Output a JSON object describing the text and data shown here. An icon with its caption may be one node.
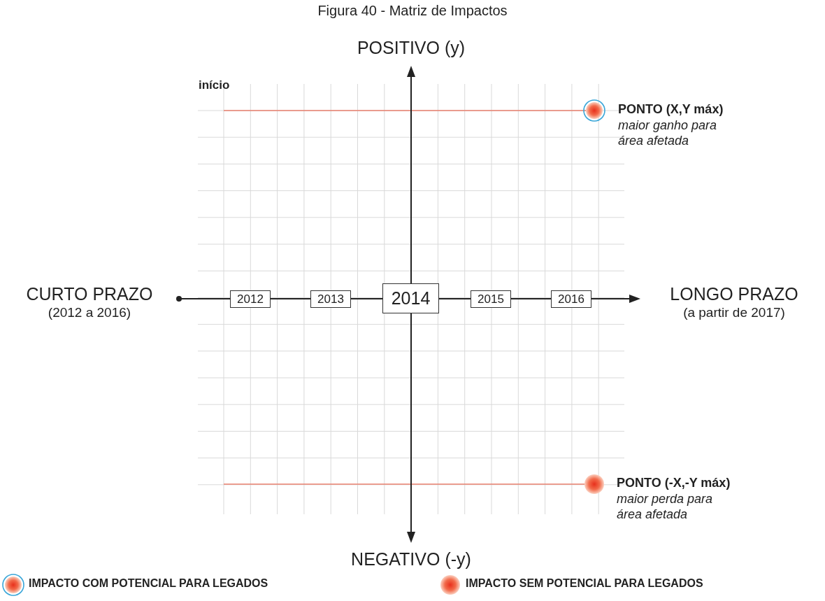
{
  "diagram": {
    "title": "Figura 40 - Matriz de Impactos",
    "nodes": [
      {
        "text": [
          "2012"
        ]
      },
      {
        "text": [
          "2013"
        ]
      },
      {
        "text": [
          "2014"
        ]
      },
      {
        "text": [
          "2015"
        ]
      },
      {
        "text": [
          "2016"
        ]
      },
      {
        "text": [],
        "shape": "circle",
        "beside": [
          "PONTO (X,Y máx)",
          "maior ganho para área afetada"
        ]
      },
      {
        "text": [],
        "shape": "circle",
        "beside": [
          "PONTO (-X,-Y máx)",
          "maior perda para área afetada"
        ]
      }
    ],
    "labels": [
      "POSITIVO (y)",
      "início",
      "CURTO PRAZO",
      "(2012 a 2016)",
      "LONGO PRAZO",
      "(a partir de 2017)",
      "NEGATIVO (-y)"
    ],
    "legend": [
      {
        "text": "IMPACTO COM POTENCIAL PARA LEGADOS"
      },
      {
        "text": "IMPACTO SEM POTENCIAL PARA LEGADOS"
      }
    ]
  }
}
